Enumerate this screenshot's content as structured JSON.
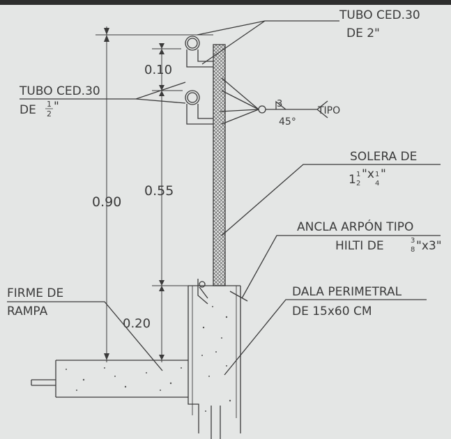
{
  "labels": {
    "tube_large_l1": "TUBO CED.30",
    "tube_large_l2": "DE 2\"",
    "tube_small_l1": "TUBO CED.30",
    "tube_small_l2_prefix": "DE ",
    "tube_small_frac_num": "1",
    "tube_small_frac_den": "2",
    "tube_small_inch": "\"",
    "weld_size": "3",
    "weld_angle": "45°",
    "weld_tipo": "TIPO",
    "solera_l1": "SOLERA DE",
    "solera_a_whole": "1",
    "solera_a_num": "1",
    "solera_a_den": "2",
    "solera_x": "\"x",
    "solera_b_num": "1",
    "solera_b_den": "4",
    "solera_end": "\"",
    "ancla_l1": "ANCLA ARPÓN TIPO",
    "ancla_l2_prefix": "HILTI DE ",
    "ancla_frac_num": "3",
    "ancla_frac_den": "8",
    "ancla_suffix": "\"x3\"",
    "firme_l1": "FIRME DE",
    "firme_l2": "RAMPA",
    "dala_l1": "DALA PERIMETRAL",
    "dala_l2": "DE 15x60 CM"
  },
  "dimensions": {
    "d010": "0.10",
    "d055": "0.55",
    "d090": "0.90",
    "d020": "0.20"
  },
  "colors": {
    "background": "#e4e6e5",
    "ink": "#3a3a3a",
    "top_band": "#2e2e2e"
  }
}
